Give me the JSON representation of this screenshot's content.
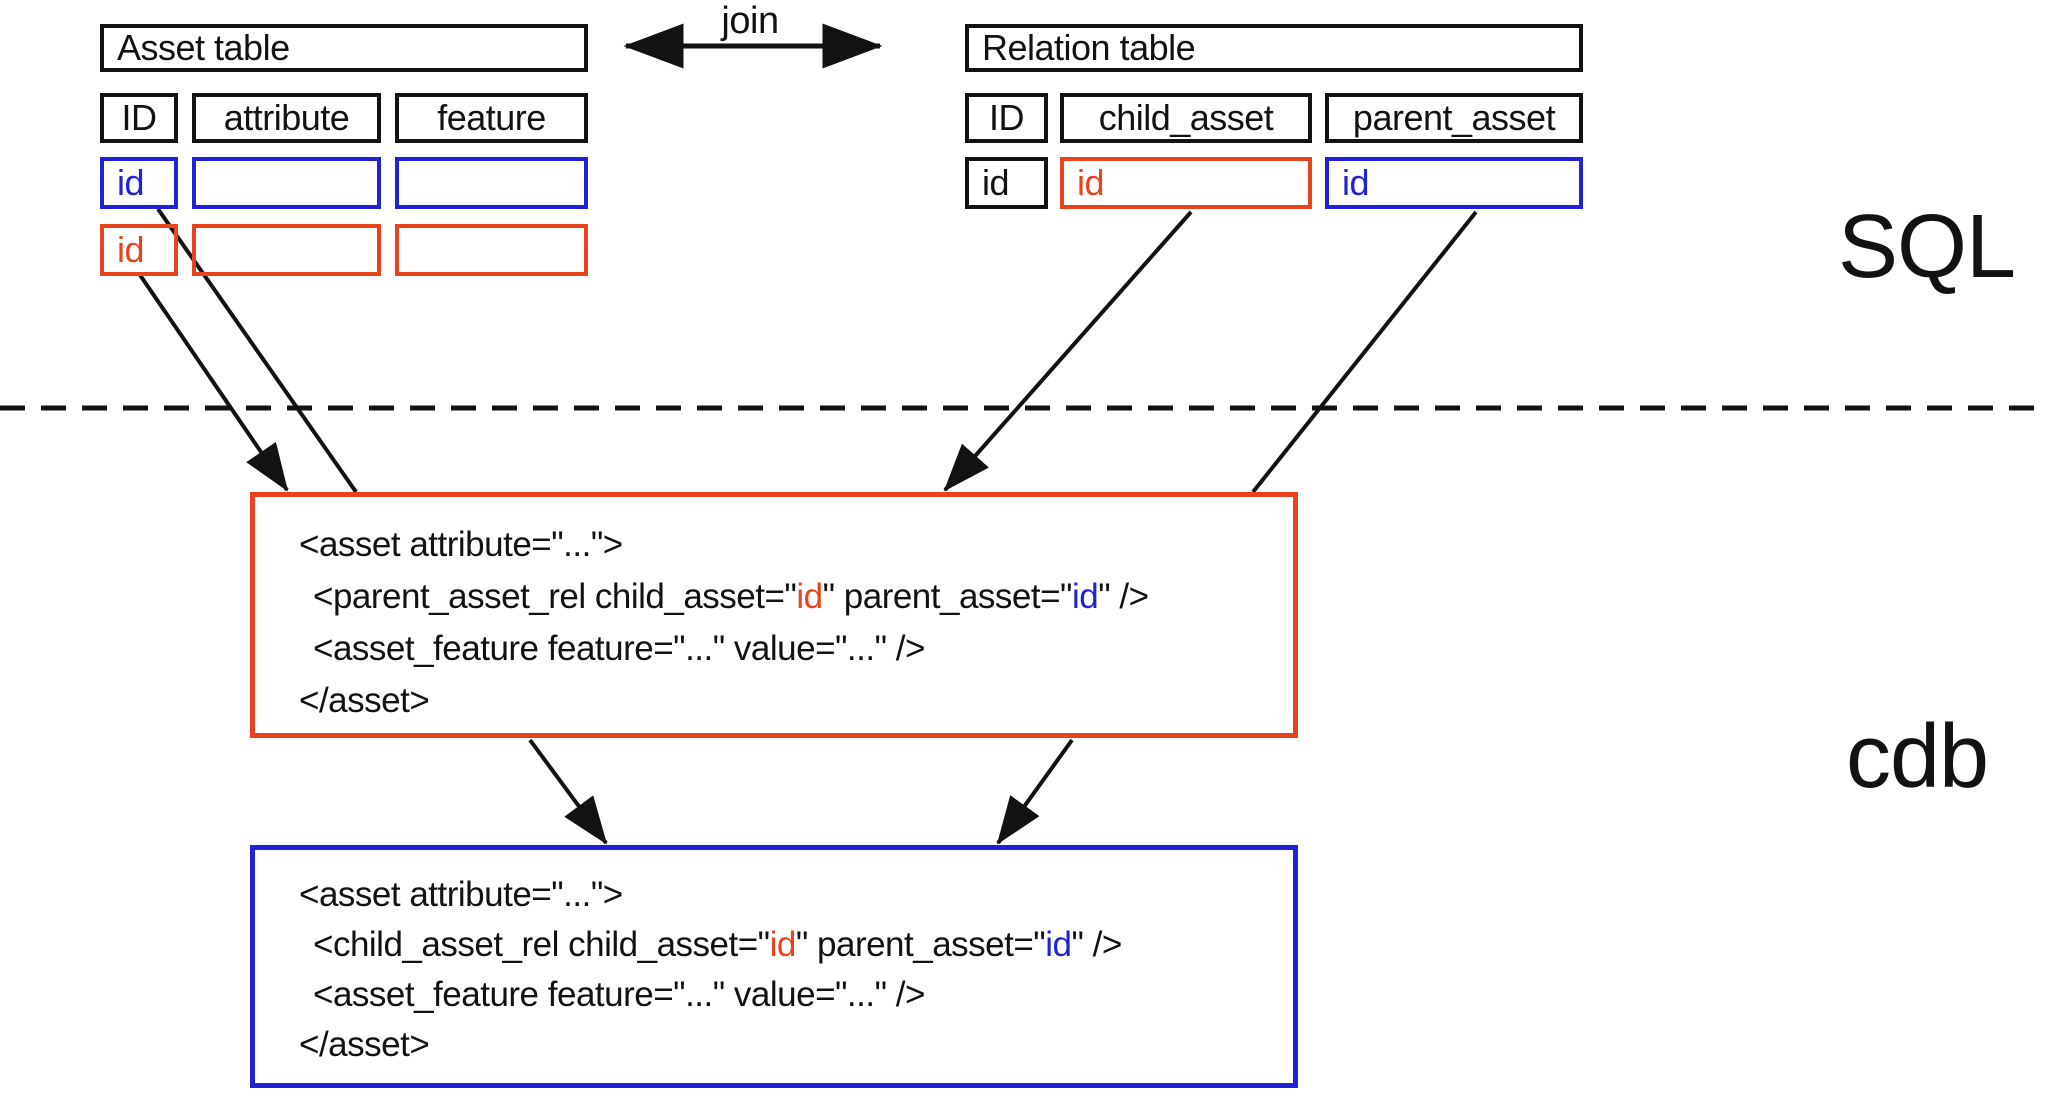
{
  "section_labels": {
    "top": "SQL",
    "bottom": "cdb"
  },
  "join_arrow": {
    "label": "join"
  },
  "asset_table": {
    "title": "Asset table",
    "columns": [
      "ID",
      "attribute",
      "feature"
    ],
    "rows": [
      {
        "id": "id",
        "attribute": "",
        "feature": ""
      },
      {
        "id": "id",
        "attribute": "",
        "feature": ""
      }
    ]
  },
  "relation_table": {
    "title": "Relation table",
    "columns": [
      "ID",
      "child_asset",
      "parent_asset"
    ],
    "rows": [
      {
        "id": "id",
        "child_asset": "id",
        "parent_asset": "id"
      }
    ]
  },
  "sql_box": {
    "line1": "<asset attribute=\"...\">",
    "line2": {
      "s0": "<parent_asset_rel child_asset=\"",
      "s1": "id",
      "s2": "\" parent_asset=\"",
      "s3": "id",
      "s4": "\" />"
    },
    "line3": "<asset_feature feature=\"...\" value=\"...\" />",
    "line4": "</asset>"
  },
  "cdb_box": {
    "line1": "<asset attribute=\"...\">",
    "line2": {
      "s0": "<child_asset_rel child_asset=\"",
      "s1": "id",
      "s2": "\" parent_asset=\"",
      "s3": "id",
      "s4": "\" />"
    },
    "line3": "<asset_feature feature=\"...\" value=\"...\" />",
    "line4": "</asset>"
  },
  "colors": {
    "red": "#e8431c",
    "blue": "#2121d6",
    "black": "#121212"
  }
}
